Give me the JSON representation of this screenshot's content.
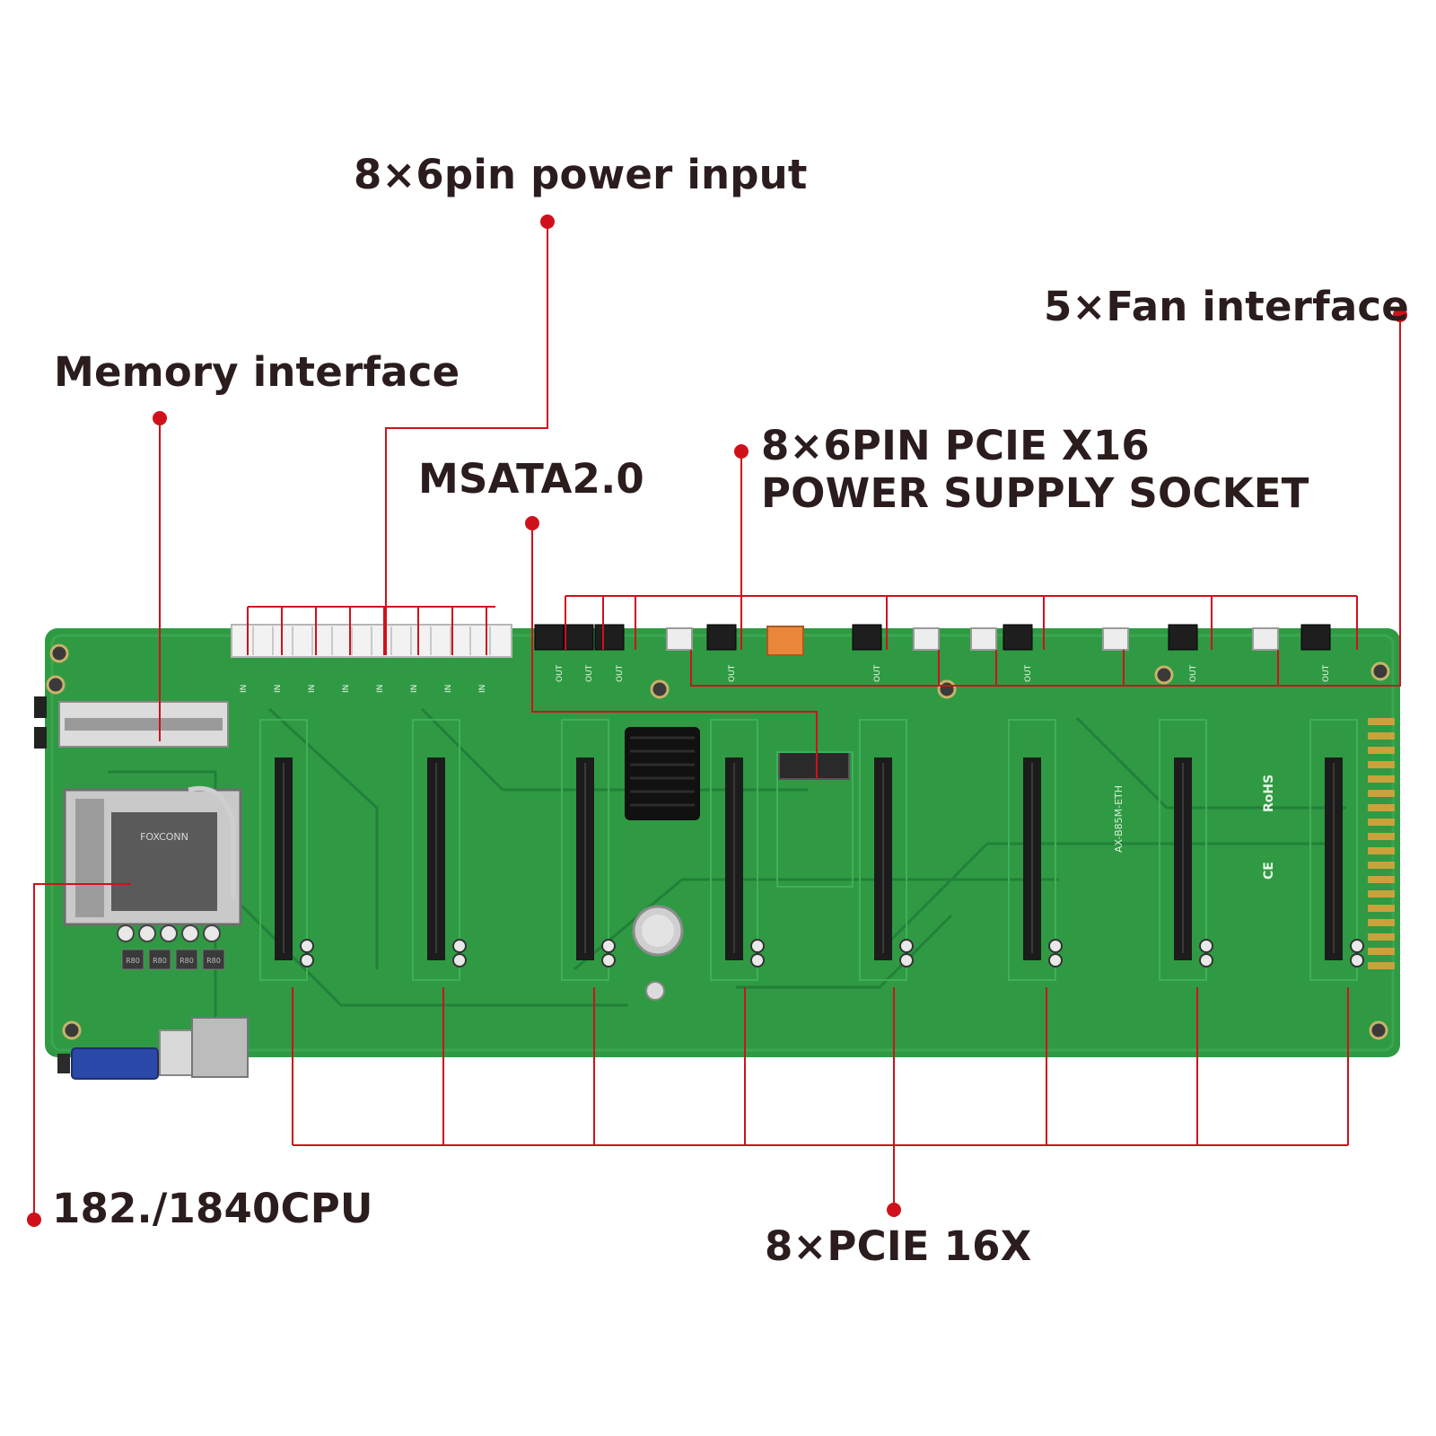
{
  "colors": {
    "accent": "#d0111b",
    "text": "#2b1d1d",
    "board": "#2f9a43",
    "board_dark": "#22803a",
    "slot": "#1c1c1c",
    "heatsink": "#111111",
    "header_white": "#f2f2f2",
    "connector_orange": "#e9863a",
    "vga_blue": "#2a49a8"
  },
  "labels": {
    "power_input": "8×6pin power input",
    "fan_interface": "5×Fan interface",
    "memory_interface": "Memory interface",
    "msata": "MSATA2.0",
    "pcie_power_line1": "8×6PIN PCIE X16",
    "pcie_power_line2": "POWER SUPPLY SOCKET",
    "cpu": "182./1840CPU",
    "pcie_slots": "8×PCIE 16X"
  },
  "board": {
    "model_marking": "AX-B85M-ETH",
    "rohs_marking": "RoHS",
    "ce_marking": "CE",
    "socket_brand": "FOXCONN",
    "in_marking": "IN",
    "out_marking": "OUT",
    "inductor_marking": "R80"
  },
  "counts": {
    "pcie_slots": 8,
    "power_inputs": 8,
    "pcie_power_sockets": 8,
    "fan_interfaces": 5
  }
}
